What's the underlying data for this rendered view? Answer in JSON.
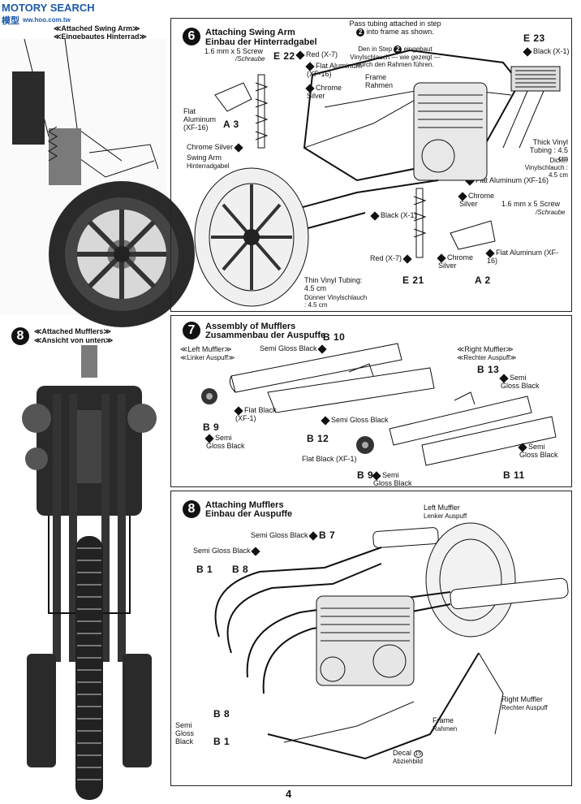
{
  "watermark": {
    "brand": "MOTORY SEARCH",
    "sub": "ww.hoo.com.tw",
    "cjk": "模型"
  },
  "page_number": "4",
  "top_left": {
    "title_en": "Attached Swing Arm",
    "title_de": "Eingebautes Hinterrad"
  },
  "left8": {
    "number": "8",
    "title_en": "Attached Mufflers",
    "title_de": "Ansicht von unten"
  },
  "step6": {
    "number": "6",
    "title_en": "Attaching Swing Arm",
    "title_de": "Einbau der Hinterradgabel",
    "notes": {
      "screw_top": "1.6 mm x 5 Screw",
      "screw_top_de": "Schraube",
      "e22": "E 22",
      "red_top": "Red (X-7)",
      "flat_alu_top": "Flat Aluminum (XF-16)",
      "chrome_top": "Chrome Silver",
      "flat_alu_left": "Flat Aluminum (XF-16)",
      "a3": "A 3",
      "chrome_left": "Chrome Silver",
      "swing_arm": "Swing Arm",
      "swing_arm_de": "Hinterradgabel",
      "pass_tubing": "Pass tubing attached in step",
      "pass_tubing_b": "into frame as shown.",
      "pass_step": "2",
      "den_step": "Den in Step",
      "den_step_b": "eingebaut Vinylschlauch — wie gezeigt — durch den Rahmen führen.",
      "den_step_num": "2",
      "frame": "Frame",
      "frame_de": "Rahmen",
      "e23": "E 23",
      "black_top": "Black (X-1)",
      "thick_tubing": "Thick Vinyl Tubing : 4.5 cm",
      "thick_tubing_de": "Dicker Vinylschlauch : 4.5 cm",
      "flat_alu_mid": "Flat Aluminum (XF-16)",
      "chrome_mid": "Chrome Silver",
      "screw_right": "1.6 mm x 5 Screw",
      "screw_right_de": "Schraube",
      "black_mid": "Black (X-1)",
      "red_bottom": "Red (X-7)",
      "chrome_bottom": "Chrome Silver",
      "flat_alu_bottom": "Flat Aluminum (XF-16)",
      "thin_tubing": "Thin Vinyl Tubing: 4.5 cm",
      "thin_tubing_de": "Dünner Vinylschlauch : 4.5 cm",
      "e21": "E 21",
      "a2": "A 2"
    }
  },
  "step7": {
    "number": "7",
    "title_en": "Assembly of Mufflers",
    "title_de": "Zusammenbau der Auspuffe",
    "notes": {
      "left_muffler": "Left Muffler",
      "left_muffler_de": "Linker Auspuff",
      "right_muffler": "Right Muffler",
      "right_muffler_de": "Rechter Auspuff",
      "b10": "B 10",
      "sgb_top": "Semi Gloss Black",
      "b13": "B 13",
      "sgb_right_top": "Semi Gloss Black",
      "flat_black_left": "Flat Black (XF-1)",
      "b9_left": "B 9",
      "sgb_left": "Semi Gloss Black",
      "sgb_mid": "Semi Gloss Black",
      "b12": "B 12",
      "flat_black_right": "Flat Black (XF-1)",
      "b9_right": "B 9",
      "sgb_right_bottom": "Semi Gloss Black",
      "sgb_right_side": "Semi Gloss Black",
      "b11": "B 11"
    }
  },
  "step8": {
    "number": "8",
    "title_en": "Attaching Mufflers",
    "title_de": "Einbau der Auspuffe",
    "notes": {
      "left_muffler": "Left Muffler",
      "left_muffler_de": "Lenker Auspuff",
      "sgb_b7": "Semi Gloss Black",
      "b7": "B 7",
      "sgb_left": "Semi Gloss Black",
      "b1_top": "B 1",
      "b8_top": "B 8",
      "right_muffler": "Right Muffler",
      "right_muffler_de": "Rechter Auspuff",
      "frame": "Frame",
      "frame_de": "Rahmen",
      "decal": "Decal",
      "decal_num": "15",
      "decal_de": "Abziehbild",
      "sgb_bottom": "Semi Gloss Black",
      "b8_bottom": "B 8",
      "b1_bottom": "B 1"
    }
  },
  "colors": {
    "ink": "#111111",
    "paper": "#ffffff",
    "watermark": "#1e5aa8"
  }
}
